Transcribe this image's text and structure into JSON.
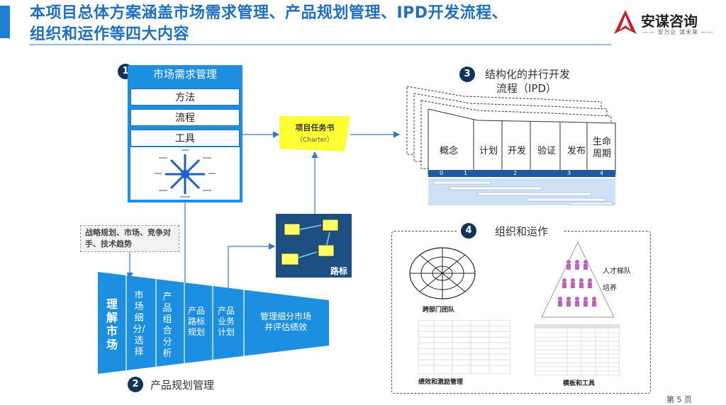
{
  "header": {
    "title_line1": "本项目总体方案涵盖市场需求管理、产品规划管理、IPD开发流程、",
    "title_line2": "组织和运作等四大内容",
    "logo_name": "安谋咨询",
    "logo_slogan": "—— 安万企 谋未来 ——"
  },
  "section1": {
    "number": "1",
    "title": "市场需求管理",
    "items": [
      "方法",
      "流程",
      "工具"
    ]
  },
  "charter": {
    "title": "项目任务书",
    "subtitle": "（Charter）"
  },
  "section3": {
    "number": "3",
    "title_line1": "结构化的并行开发",
    "title_line2": "流程（IPD）",
    "phases": [
      "概念",
      "计划",
      "开发",
      "验证",
      "发布",
      "生命周期"
    ],
    "ticks": [
      "0",
      "1",
      "2",
      "3",
      "4"
    ]
  },
  "note": {
    "text": "战略规划、市场、竞争对手、技术趋势"
  },
  "roadmap": {
    "label": "路标"
  },
  "section2": {
    "number": "2",
    "title": "产品规划管理",
    "funnel_steps": [
      "理解市场",
      "市场细分/选择",
      "产品组合分析",
      "产品路标规划",
      "产品业务计划",
      "管理细分市场并评估绩效"
    ]
  },
  "section4": {
    "number": "4",
    "title": "组织和运作",
    "cross_team": "跨部门团队",
    "talent_line1": "人才梯队",
    "talent_line2": "培养",
    "perf": "绩效和激励管理",
    "templates": "模板和工具"
  },
  "footer": {
    "page": "第 5 页"
  },
  "colors": {
    "primary": "#1c8fe0",
    "dark_blue": "#12345a",
    "title_blue": "#1e6fc2",
    "charter_yellow": "#ffff33",
    "logo_red": "#c8202a"
  }
}
